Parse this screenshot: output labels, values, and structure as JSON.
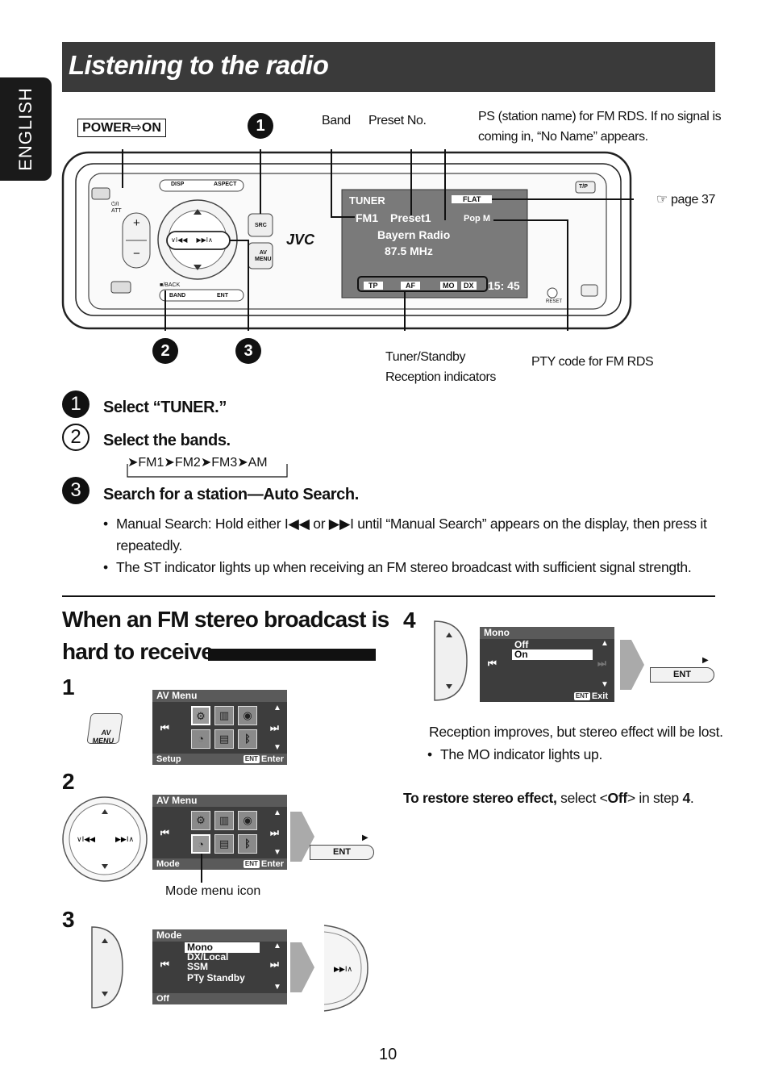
{
  "side_tab": "ENGLISH",
  "title": "Listening to the radio",
  "diagram": {
    "power_label": "POWER⇨ON",
    "callout_band": "Band",
    "callout_preset": "Preset No.",
    "callout_ps_line1": "PS (station name) for FM RDS. If no signal is",
    "callout_ps_line2": "coming in, “No Name” appears.",
    "callout_page": "☞ page 37",
    "callout_tuner_line1": "Tuner/Standby",
    "callout_tuner_line2": "Reception indicators",
    "callout_pty": "PTY code for FM RDS",
    "markers": [
      "1",
      "2",
      "3"
    ],
    "unit": {
      "disp": "DISP",
      "aspect": "ASPECT",
      "src": "SRC",
      "av_menu": "AV\nMENU",
      "brand": "JVC",
      "back": "■/BACK",
      "band_btn": "BAND",
      "ent_btn": "ENT",
      "tp_btn": "T/P",
      "reset": "RESET",
      "att": "⏻/I\nATT",
      "plus": "+",
      "minus": "−"
    },
    "display": {
      "tuner": "TUNER",
      "flat": "FLAT",
      "band": "FM1",
      "preset": "Preset1",
      "pty": "Pop M",
      "station": "Bayern Radio",
      "freq": "87.5 MHz",
      "indicators": [
        "TP",
        "AF",
        "MO",
        "DX"
      ],
      "clock": "15: 45"
    }
  },
  "steps": [
    {
      "num": "1",
      "text": "Select “TUNER.”"
    },
    {
      "num": "2",
      "text": "Select the bands."
    },
    {
      "num": "3",
      "text": "Search for a station—Auto Search."
    }
  ],
  "band_cycle": [
    "FM1",
    "FM2",
    "FM3",
    "AM"
  ],
  "bullets": [
    "Manual Search: Hold either I◀◀ or ▶▶I until “Manual Search” appears on the display, then press it",
    "repeatedly.",
    "The ST indicator lights up when receiving an FM stereo broadcast with sufficient signal strength."
  ],
  "section": {
    "heading_line1": "When an FM stereo broadcast is",
    "heading_line2": "hard to receive",
    "step_nums": [
      "1",
      "2",
      "3",
      "4"
    ],
    "screen1": {
      "head": "AV Menu",
      "foot": "Setup",
      "enter": "Enter",
      "av_btn": "AV\nMENU"
    },
    "screen2": {
      "head": "AV Menu",
      "foot": "Mode",
      "enter": "Enter",
      "ent_btn": "ENT",
      "caption": "Mode menu icon"
    },
    "screen3": {
      "head": "Mode",
      "items": [
        "Mono",
        "DX/Local",
        "SSM",
        "PTy Standby"
      ],
      "foot": "Off"
    },
    "screen4": {
      "head": "Mono",
      "items": [
        "Off",
        "On"
      ],
      "exit": "Exit",
      "ent_btn": "ENT"
    },
    "result": "Reception improves, but stereo effect will be lost.",
    "result_bullet": "The MO indicator lights up.",
    "restore_bold": "To restore stereo effect,",
    "restore_mid": " select <",
    "restore_off": "Off",
    "restore_end": "> in step ",
    "restore_step": "4",
    "restore_period": "."
  },
  "page_number": "10"
}
